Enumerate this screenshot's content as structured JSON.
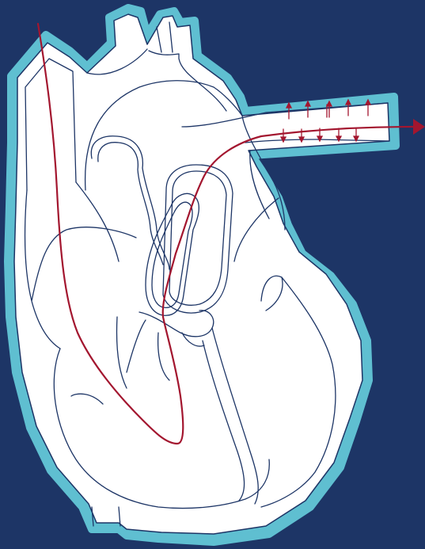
{
  "diagram": {
    "subject": "heart-cross-section-catheter-path",
    "colors": {
      "background": "#1d3566",
      "heart_outline_glow": "#5fbfd1",
      "heart_fill": "#ffffff",
      "heart_stroke": "#1d3566",
      "catheter_path": "#a3162f"
    },
    "elements": [
      "heart-outline",
      "superior-vena-cava",
      "aortic-arch",
      "pulmonary-artery",
      "right-atrium",
      "right-ventricle",
      "left-ventricle",
      "tricuspid-valve",
      "catheter-path",
      "catheter-tip-arrow",
      "pressure-arrows"
    ],
    "pressure_arrows": {
      "up_count": 6,
      "down_count": 5
    }
  }
}
